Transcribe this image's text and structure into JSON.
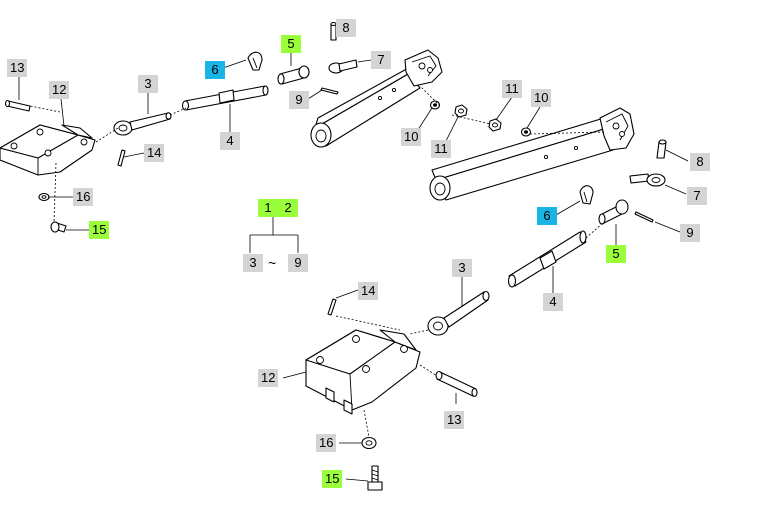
{
  "labels": [
    {
      "id": "l13a",
      "text": "13",
      "color": "gray"
    },
    {
      "id": "l12a",
      "text": "12",
      "color": "gray"
    },
    {
      "id": "l3a",
      "text": "3",
      "color": "gray"
    },
    {
      "id": "l6a",
      "text": "6",
      "color": "blue"
    },
    {
      "id": "l5a",
      "text": "5",
      "color": "green"
    },
    {
      "id": "l8a",
      "text": "8",
      "color": "gray"
    },
    {
      "id": "l7a",
      "text": "7",
      "color": "gray"
    },
    {
      "id": "l9a",
      "text": "9",
      "color": "gray"
    },
    {
      "id": "l4a",
      "text": "4",
      "color": "gray"
    },
    {
      "id": "l14a",
      "text": "14",
      "color": "gray"
    },
    {
      "id": "l10a",
      "text": "10",
      "color": "gray"
    },
    {
      "id": "l11a",
      "text": "11",
      "color": "gray"
    },
    {
      "id": "l16a",
      "text": "16",
      "color": "gray"
    },
    {
      "id": "l15a",
      "text": "15",
      "color": "green"
    },
    {
      "id": "l11b",
      "text": "11",
      "color": "gray"
    },
    {
      "id": "l10b",
      "text": "10",
      "color": "gray"
    },
    {
      "id": "l8b",
      "text": "8",
      "color": "gray"
    },
    {
      "id": "l7b",
      "text": "7",
      "color": "gray"
    },
    {
      "id": "l6b",
      "text": "6",
      "color": "blue"
    },
    {
      "id": "l9b",
      "text": "9",
      "color": "gray"
    },
    {
      "id": "l5b",
      "text": "5",
      "color": "green"
    },
    {
      "id": "l3b",
      "text": "3",
      "color": "gray"
    },
    {
      "id": "l4b",
      "text": "4",
      "color": "gray"
    },
    {
      "id": "l14b",
      "text": "14",
      "color": "gray"
    },
    {
      "id": "l12b",
      "text": "12",
      "color": "gray"
    },
    {
      "id": "l13b",
      "text": "13",
      "color": "gray"
    },
    {
      "id": "l16b",
      "text": "16",
      "color": "gray"
    },
    {
      "id": "l15b",
      "text": "15",
      "color": "green"
    },
    {
      "id": "k1",
      "text": "1",
      "color": "green"
    },
    {
      "id": "k2",
      "text": "2",
      "color": "green"
    },
    {
      "id": "k3",
      "text": "3",
      "color": "gray"
    },
    {
      "id": "k9",
      "text": "9",
      "color": "gray"
    }
  ],
  "legend": {
    "range_symbol": "~"
  },
  "colors": {
    "gray": "#d4d4d4",
    "green": "#9aff3a",
    "blue": "#1ab4e6"
  }
}
